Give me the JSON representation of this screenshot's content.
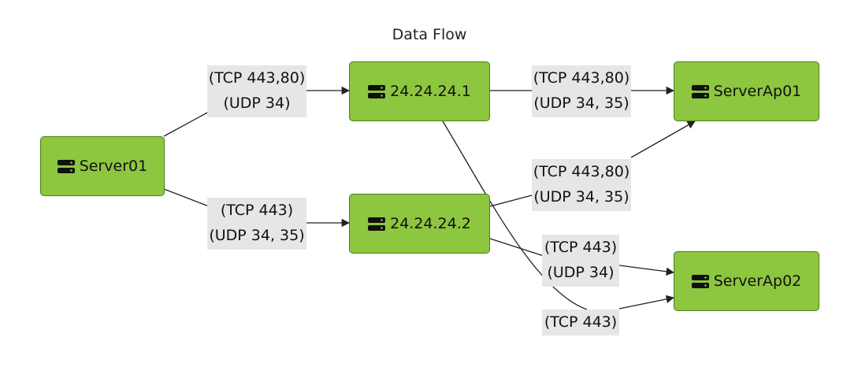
{
  "title": "Data Flow",
  "nodes": {
    "server01": "Server01",
    "ip1": "24.24.24.1",
    "ip2": "24.24.24.2",
    "ap01": "ServerAp01",
    "ap02": "ServerAp02"
  },
  "edges": [
    {
      "from": "Server01",
      "to": "24.24.24.1",
      "label": [
        "(TCP 443,80)",
        "(UDP 34)"
      ]
    },
    {
      "from": "Server01",
      "to": "24.24.24.2",
      "label": [
        "(TCP 443)",
        "(UDP 34, 35)"
      ]
    },
    {
      "from": "24.24.24.1",
      "to": "ServerAp01",
      "label": [
        "(TCP 443,80)",
        "(UDP 34, 35)"
      ]
    },
    {
      "from": "24.24.24.2",
      "to": "ServerAp01",
      "label": [
        "(TCP 443,80)",
        "(UDP 34, 35)"
      ]
    },
    {
      "from": "24.24.24.2",
      "to": "ServerAp02",
      "label": [
        "(TCP 443)",
        "(UDP 34)"
      ]
    },
    {
      "from": "24.24.24.1",
      "to": "ServerAp02",
      "label": [
        "(TCP 443)"
      ]
    }
  ],
  "colors": {
    "node_fill": "#8dc63f",
    "node_border": "#4e7d18",
    "label_bg": "#e6e6e6",
    "edge": "#222222"
  },
  "node_icon": "server-icon"
}
